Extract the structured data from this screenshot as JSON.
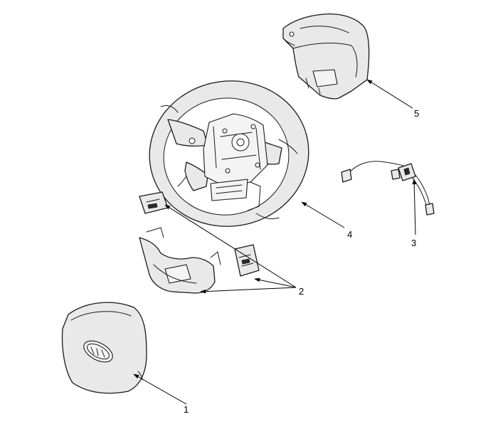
{
  "callouts": {
    "c1": "1",
    "c2": "2",
    "c3": "3",
    "c4": "4",
    "c5": "5"
  },
  "colors": {
    "line": "#1a1a1a",
    "fill": "#e9e9e9",
    "background": "#ffffff"
  }
}
